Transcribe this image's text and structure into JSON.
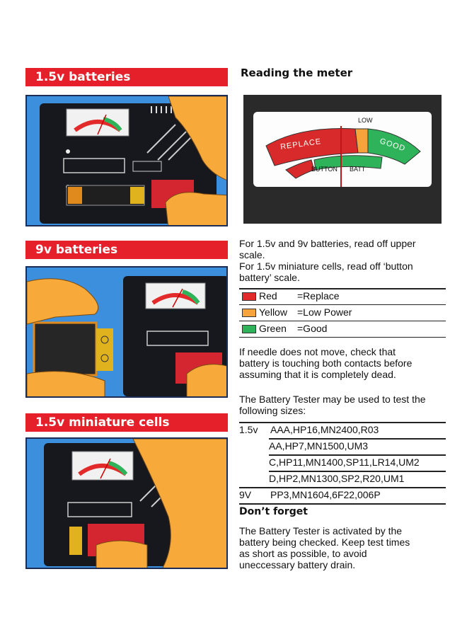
{
  "sections": {
    "batteries_15v": {
      "title": "1.5v batteries"
    },
    "batteries_9v": {
      "title": "9v batteries"
    },
    "miniature_cells": {
      "title": "1.5v miniature cells"
    }
  },
  "reading": {
    "heading": "Reading the meter",
    "meter": {
      "upper_low": "LOW",
      "upper_replace": "REPLACE",
      "upper_good": "GOOD",
      "lower_button": "BUTTON",
      "lower_batt": "BATT"
    },
    "instructions": [
      "For 1.5v and 9v batteries, read off upper",
      "scale.",
      "For 1.5v miniature cells, read off ‘button",
      "battery’ scale."
    ]
  },
  "legend": [
    {
      "name": "Red",
      "meaning": "=Replace",
      "color": "#e32a2a"
    },
    {
      "name": "Yellow",
      "meaning": "=Low Power",
      "color": "#f5a33a"
    },
    {
      "name": "Green",
      "meaning": "=Good",
      "color": "#2fb35a"
    }
  ],
  "needle_note": [
    "If needle does not move, check that",
    "battery is touching both contacts before",
    "assuming that it is completely dead."
  ],
  "sizes_intro": [
    "The Battery Tester may be used to test the",
    "following sizes:"
  ],
  "sizes": [
    {
      "label": "1.5v",
      "value": "AAA,HP16,MN2400,R03"
    },
    {
      "label": "",
      "value": "AA,HP7,MN1500,UM3"
    },
    {
      "label": "",
      "value": "C,HP11,MN1400,SP11,LR14,UM2"
    },
    {
      "label": "",
      "value": "D,HP2,MN1300,SP2,R20,UM1"
    },
    {
      "label": "9V",
      "value": "PP3,MN1604,6F22,006P"
    }
  ],
  "dont_forget": {
    "heading": "Don’t forget",
    "lines": [
      "The Battery Tester is activated by the",
      "battery being checked. Keep test times",
      "as short as possible, to avoid",
      "uneccessary battery drain."
    ]
  }
}
